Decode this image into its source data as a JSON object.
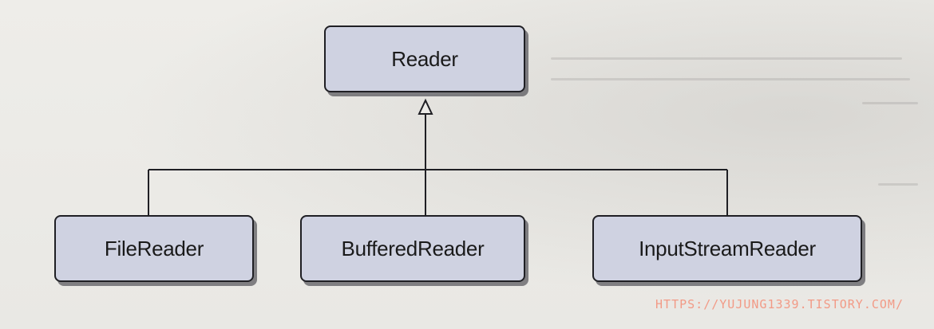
{
  "diagram": {
    "parent": {
      "label": "Reader"
    },
    "children": [
      {
        "label": "FileReader"
      },
      {
        "label": "BufferedReader"
      },
      {
        "label": "InputStreamReader"
      }
    ],
    "relation": "inheritance"
  },
  "watermark": "HTTPS://YUJUNG1339.TISTORY.COM/"
}
